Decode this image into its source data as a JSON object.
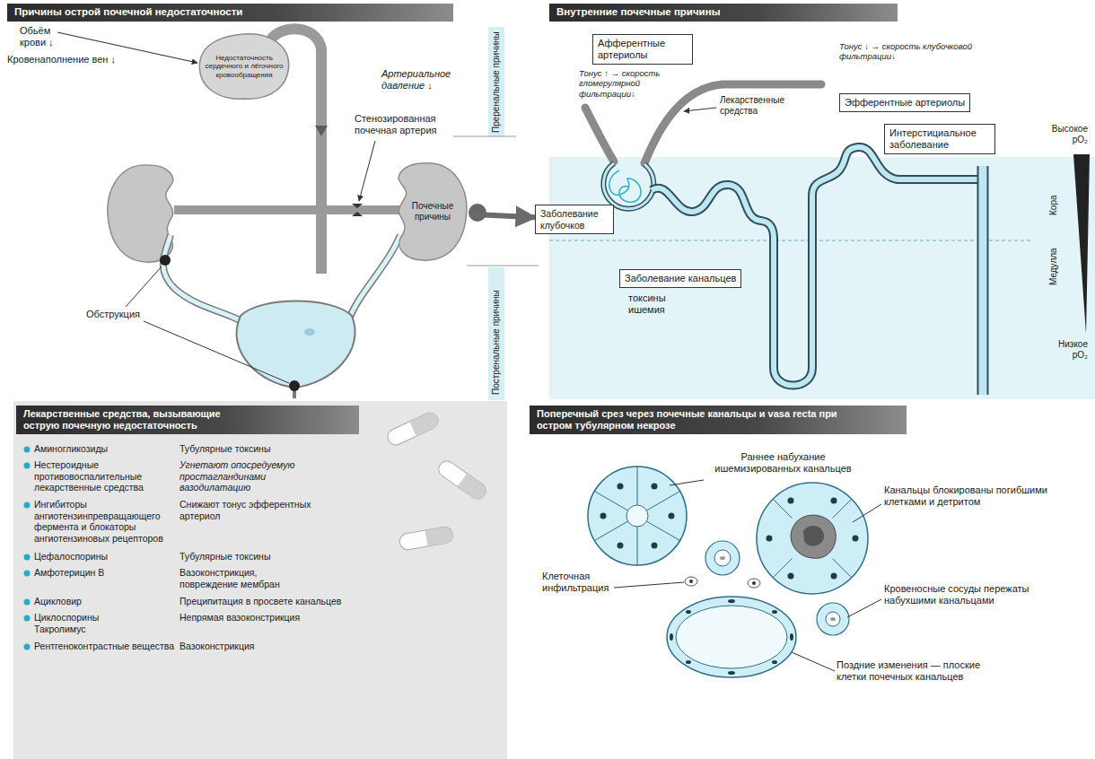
{
  "diagram": {
    "nodes": [
      {
        "text": [
          "Причины острой почечной недостаточности"
        ]
      },
      {
        "text": [
          "Недостаточность сердечного и лёгочного кровообращения"
        ]
      },
      {
        "text": [
          "Почечные причины"
        ]
      },
      {
        "text": [
          "Внутренние почечные причины"
        ]
      },
      {
        "text": [
          "Афферентные артериолы"
        ]
      },
      {
        "text": [
          "Эфферентные артериолы"
        ]
      },
      {
        "text": [
          "Интерстициальное заболевание"
        ]
      },
      {
        "text": [
          "Заболевание клубочков"
        ]
      },
      {
        "text": [
          "Заболевание канальцев"
        ]
      },
      {
        "text": [
          "Лекарственные средства, вызывающие острую почечную недостаточность"
        ]
      },
      {
        "text": [
          "Поперечный срез через почечные канальцы и vasa recta при остром тубулярном некрозе"
        ]
      }
    ],
    "edges": [
      {
        "from": 2,
        "to": 7,
        "arrow": "to"
      }
    ],
    "labels": [
      "Обьём крови ↓",
      "Кровенаполнение вен ↓",
      "Артериальное давление ↓",
      "Стенозированная почечная артерия",
      "Преренальные причины",
      "Постренальные причины",
      "Обструкция",
      "Тонус ↑ → скорость гломерулярной фильтрации↓",
      "Лекарственные средства",
      "Тонус ↓ → скорость клубочковой фильтрации↓",
      "Высокое pO₂",
      "Кора",
      "Медулла",
      "Низкое pO₂",
      "токсины ишемия",
      "Аминогликозиды",
      "Тубулярные токсины",
      "Нестероидные противовоспалительные лекарственные средства",
      "Угнетают опосредуемую простагландинами вазодилатацию",
      "Ингибиторы ангиотензинпревращающего фермента и блокаторы ангиотензиновых рецепторов",
      "Снижают тонус эфферентных артериол",
      "Цефалоспорины",
      "Тубулярные токсины",
      "Амфотерицин B",
      "Вазоконстрикция, повреждение мембран",
      "Ацикловир",
      "Преципитация в просвете канальцев",
      "Циклоспорины",
      "Такролимус",
      "Непрямая вазоконстрикция",
      "Рентгеноконтрастные вещества",
      "Вазоконстрикция",
      "Раннее набухание ишемизированных канальцев",
      "Канальцы блокированы погибшими клетками и детритом",
      "Клеточная инфильтрация",
      "Кровеносные сосуды пережаты набухшими канальцами",
      "Поздние изменения — плоские клетки почечных канальцев"
    ]
  }
}
